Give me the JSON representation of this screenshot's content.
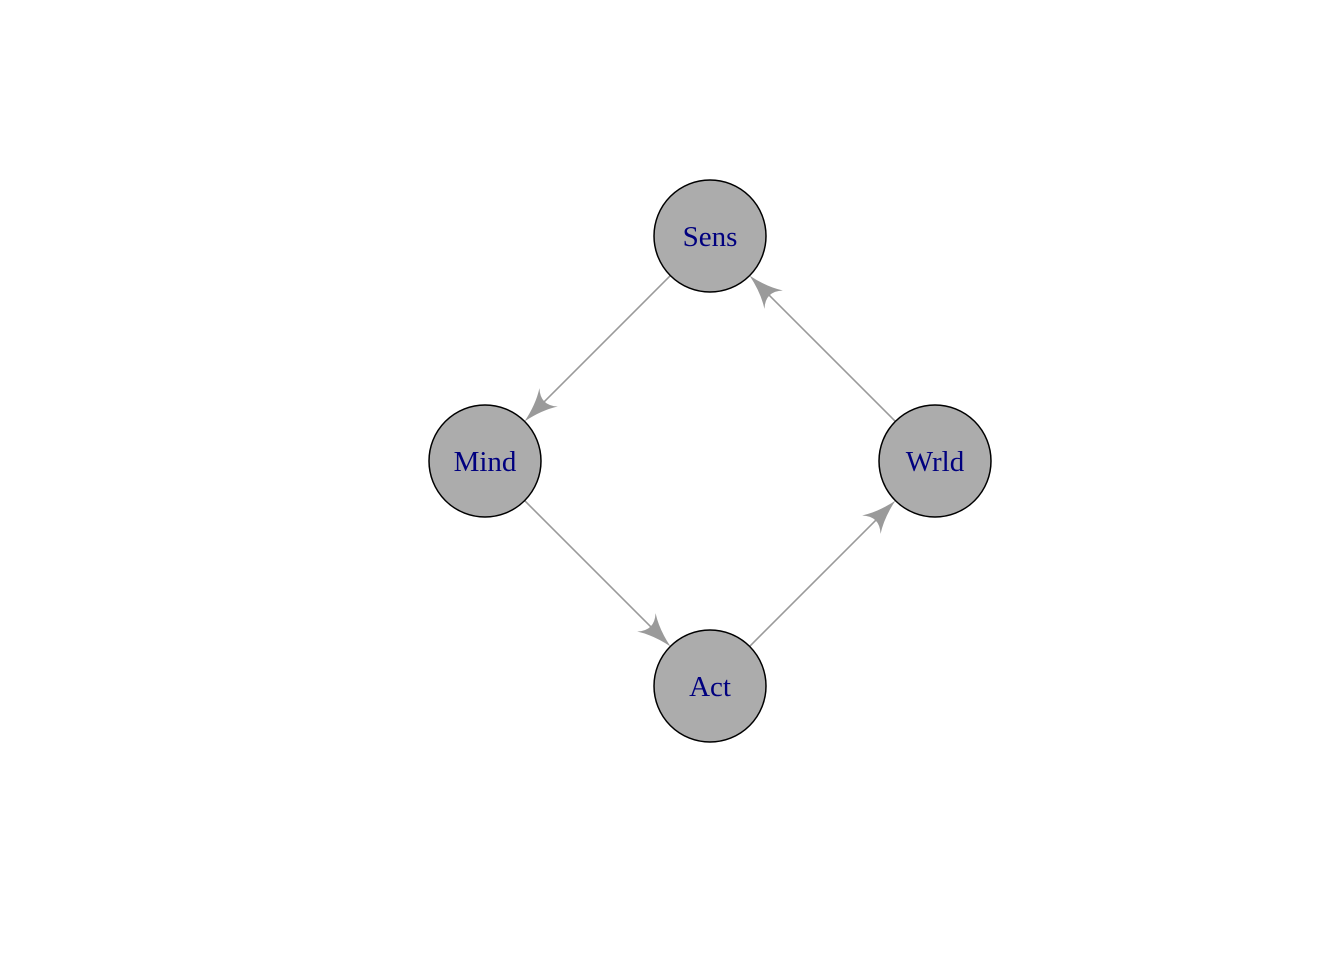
{
  "diagram": {
    "type": "directed-graph",
    "nodes": [
      {
        "id": "sens",
        "label": "Sens"
      },
      {
        "id": "mind",
        "label": "Mind"
      },
      {
        "id": "act",
        "label": "Act"
      },
      {
        "id": "wrld",
        "label": "Wrld"
      }
    ],
    "edges": [
      {
        "from": "sens",
        "to": "mind"
      },
      {
        "from": "mind",
        "to": "act"
      },
      {
        "from": "act",
        "to": "wrld"
      },
      {
        "from": "wrld",
        "to": "sens"
      }
    ],
    "colors": {
      "node_fill": "#acacac",
      "node_stroke": "#000000",
      "label": "#00007f",
      "edge": "#9a9a9a",
      "background": "#ffffff"
    }
  }
}
